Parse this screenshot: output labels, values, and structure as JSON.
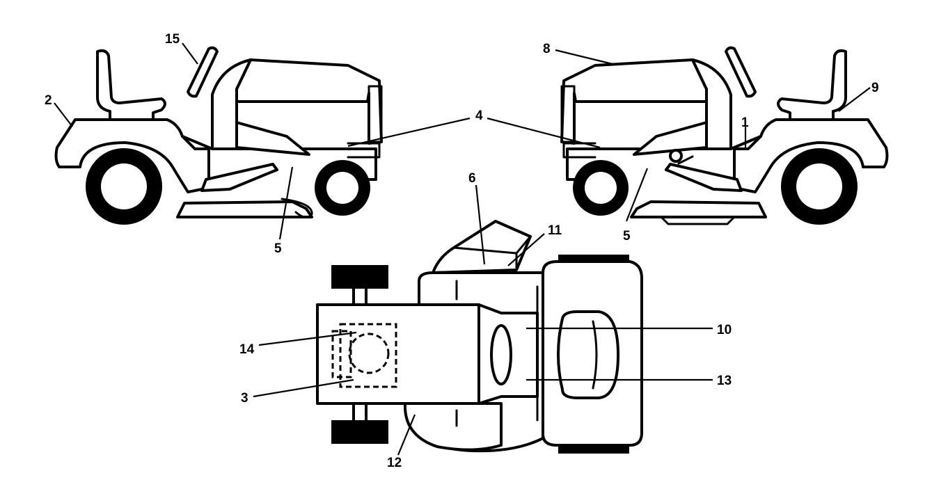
{
  "callouts": {
    "c1": "1",
    "c2": "2",
    "c3": "3",
    "c4": "4",
    "c5_left": "5",
    "c5_right": "5",
    "c6": "6",
    "c8": "8",
    "c9": "9",
    "c10": "10",
    "c11": "11",
    "c12": "12",
    "c13": "13",
    "c14": "14",
    "c15": "15"
  }
}
